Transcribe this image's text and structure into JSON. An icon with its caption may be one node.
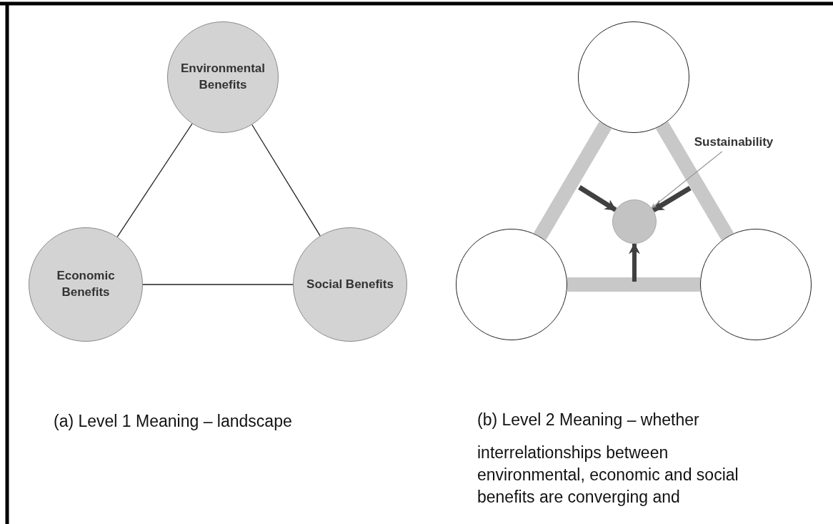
{
  "diagram": {
    "nodes": [
      {
        "text": [
          "Environmental Benefits"
        ]
      },
      {
        "text": [
          "Economic Benefits"
        ]
      },
      {
        "text": [
          "Social Benefits"
        ]
      },
      {
        "text": [],
        "shape": "circle"
      },
      {
        "text": [],
        "shape": "circle"
      },
      {
        "text": [],
        "shape": "circle"
      },
      {
        "text": [],
        "shape": "circle"
      },
      {
        "text": [
          "Sustainability"
        ]
      }
    ],
    "edges": [
      {
        "from": 0,
        "to": 1,
        "arrow": "none"
      },
      {
        "from": 0,
        "to": 2,
        "arrow": "none"
      },
      {
        "from": 1,
        "to": 2,
        "arrow": "none"
      },
      {
        "from": 3,
        "to": 4,
        "arrow": "none",
        "style": "thick",
        "color": "#c8c8c8"
      },
      {
        "from": 3,
        "to": 5,
        "arrow": "none",
        "style": "thick",
        "color": "#c8c8c8"
      },
      {
        "from": 4,
        "to": 5,
        "arrow": "none",
        "style": "thick",
        "color": "#c8c8c8"
      },
      {
        "from": null,
        "to": 6,
        "arrow": "to",
        "color": "#404040"
      },
      {
        "from": null,
        "to": 6,
        "arrow": "to",
        "color": "#404040"
      },
      {
        "from": null,
        "to": 6,
        "arrow": "to",
        "color": "#404040"
      },
      {
        "from": 7,
        "to": 6,
        "arrow": "to",
        "color": "#9a9a9a"
      }
    ],
    "labels": [
      "(a) Level 1 Meaning – landscape",
      "(b) Level 2 Meaning – whether",
      "interrelationships between environmental, economic and social benefits are converging and"
    ]
  }
}
